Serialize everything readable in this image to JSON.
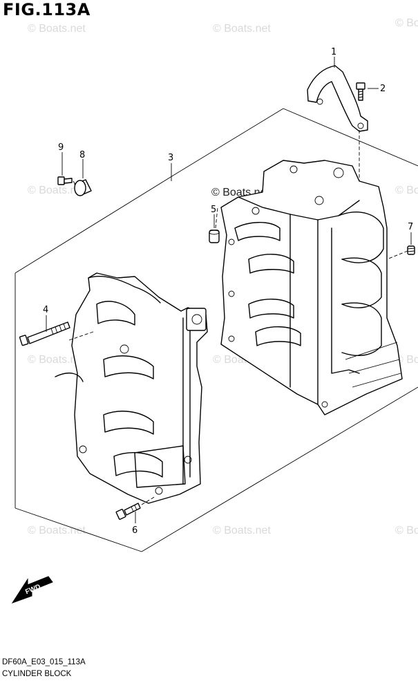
{
  "figure_title": "FIG.113A",
  "diagram_code": "DF60A_E03_015_113A",
  "diagram_name": "CYLINDER BLOCK",
  "watermark": "© Boats.net",
  "fwd_label": "FWD",
  "callouts": {
    "c1": "1",
    "c2": "2",
    "c3": "3",
    "c4": "4",
    "c5": "5",
    "c6": "6",
    "c7": "7",
    "c8": "8",
    "c9": "9"
  }
}
